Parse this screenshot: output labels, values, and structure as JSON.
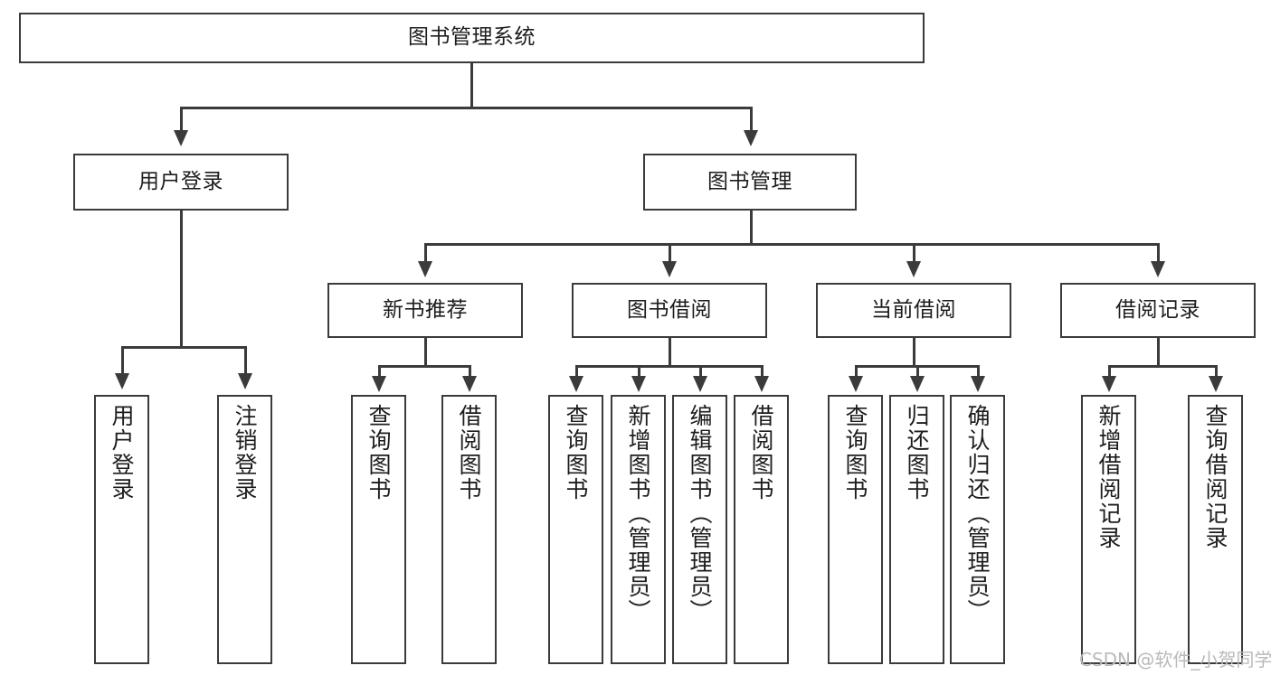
{
  "diagram": {
    "title_node": {
      "label": "图书管理系统"
    },
    "level2": [
      {
        "label": "用户登录"
      },
      {
        "label": "图书管理"
      }
    ],
    "level3": [
      {
        "label": "新书推荐"
      },
      {
        "label": "图书借阅"
      },
      {
        "label": "当前借阅"
      },
      {
        "label": "借阅记录"
      }
    ],
    "leaves": {
      "user_login": [
        {
          "label": "用户登录"
        },
        {
          "label": "注销登录"
        }
      ],
      "new_book_recommend": [
        {
          "label": "查询图书"
        },
        {
          "label": "借阅图书"
        }
      ],
      "book_borrow": [
        {
          "label": "查询图书"
        },
        {
          "label": "新增图书（管理员）"
        },
        {
          "label": "编辑图书（管理员）"
        },
        {
          "label": "借阅图书"
        }
      ],
      "current_borrow": [
        {
          "label": "查询图书"
        },
        {
          "label": "归还图书"
        },
        {
          "label": "确认归还（管理员）"
        }
      ],
      "borrow_record": [
        {
          "label": "新增借阅记录"
        },
        {
          "label": "查询借阅记录"
        }
      ]
    }
  },
  "watermark": {
    "text": "CSDN @软件_小贺同学"
  },
  "colors": {
    "stroke": "#3b3b3b",
    "text": "#1d1d1d",
    "background": "#ffffff",
    "watermark": "#b9b9b9"
  }
}
